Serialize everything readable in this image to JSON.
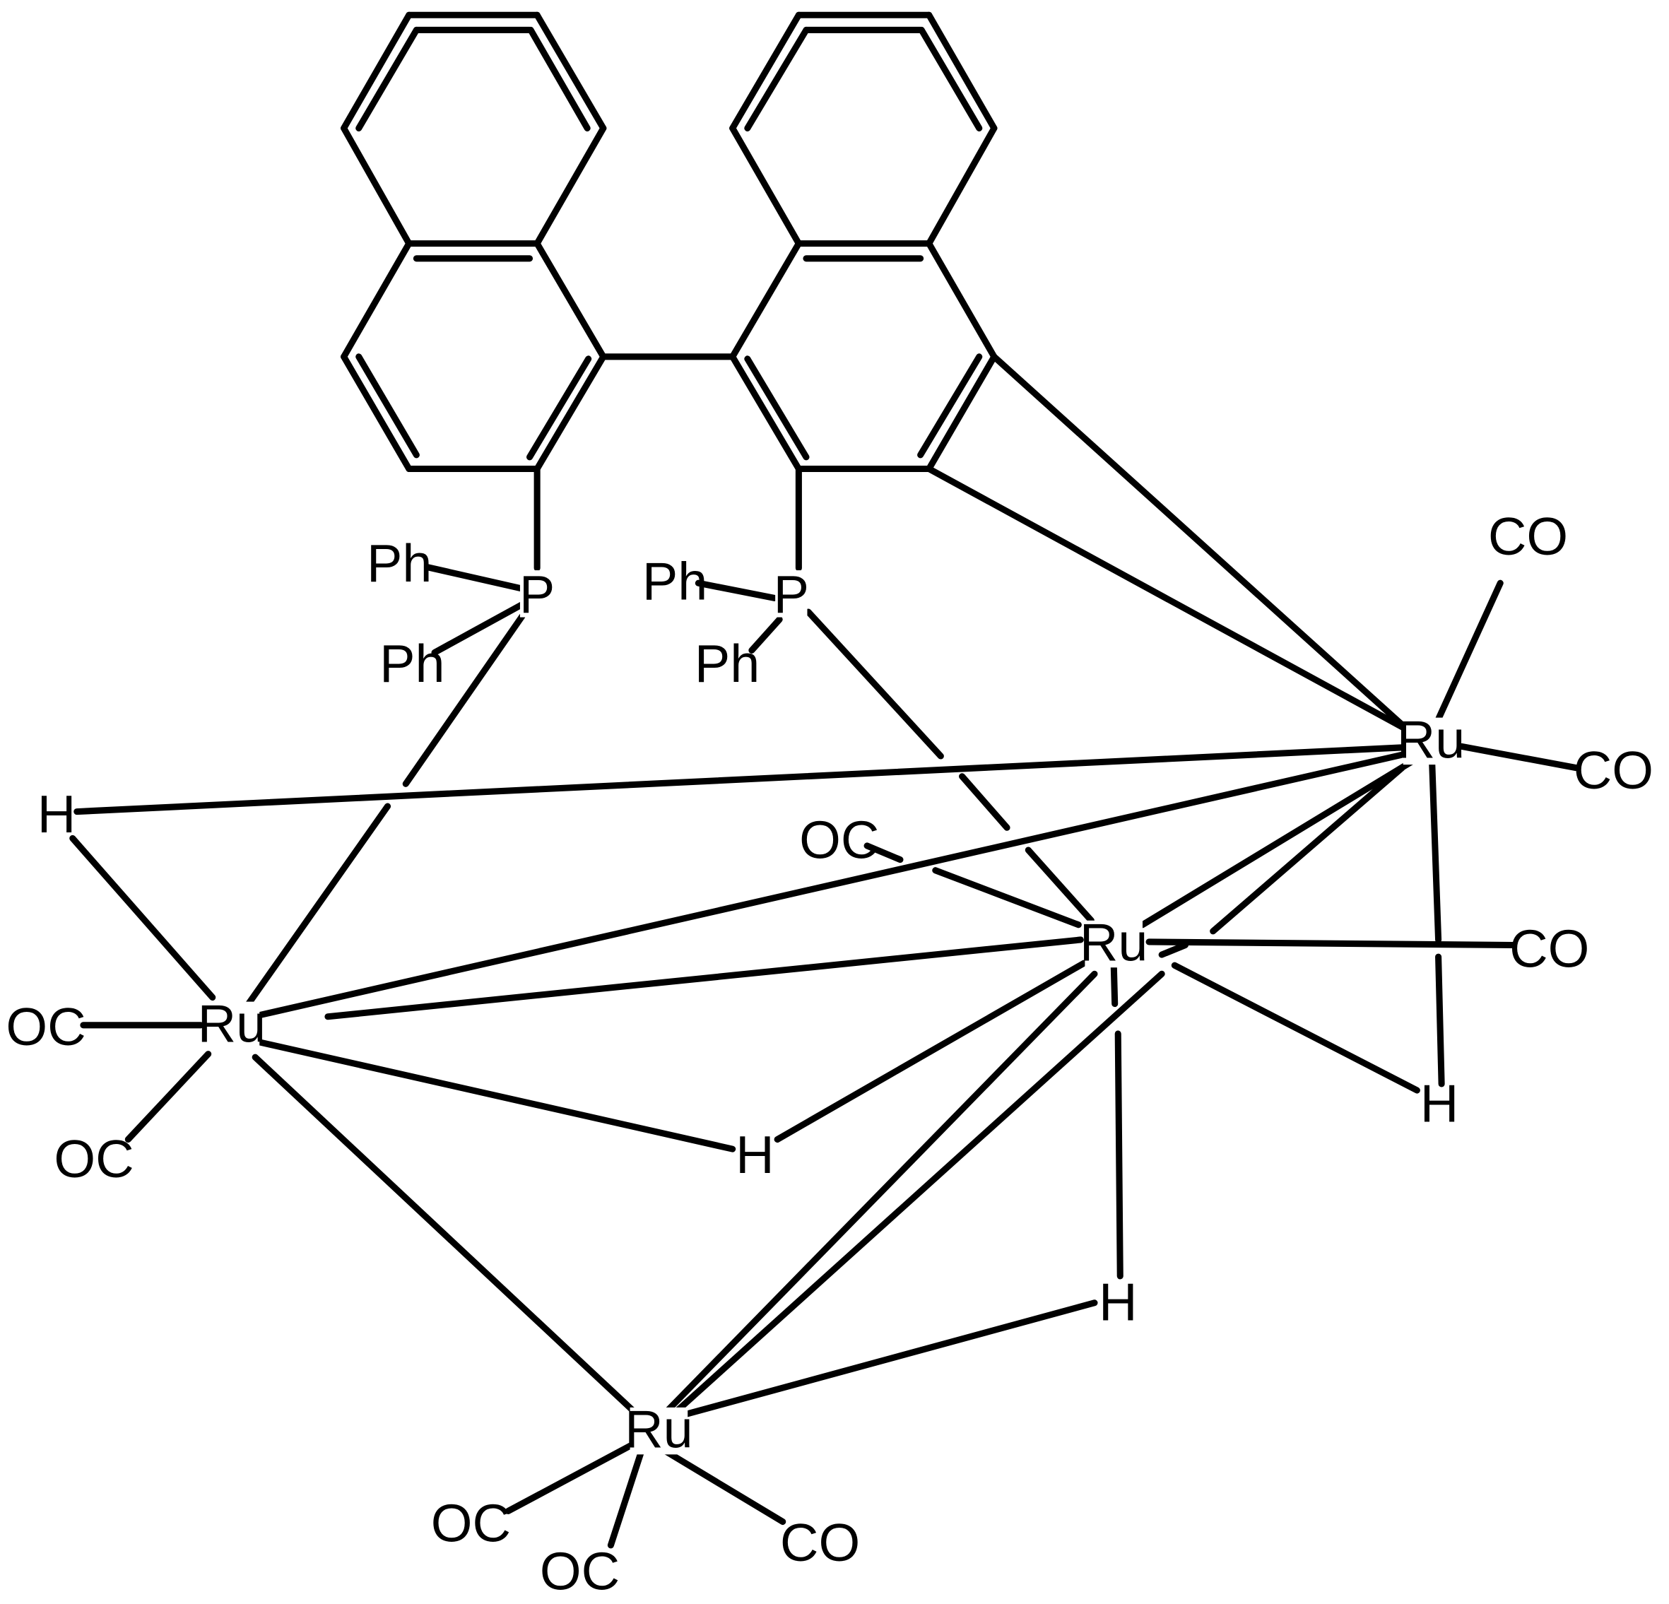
{
  "labels": {
    "ru_left": "Ru",
    "ru_right": "Ru",
    "ru_center": "Ru",
    "ru_bottom": "Ru",
    "p_left": "P",
    "p_right": "P",
    "ph_left_1": "Ph",
    "ph_left_2": "Ph",
    "ph_right_1": "Ph",
    "ph_right_2": "Ph",
    "h_left": "H",
    "h_mid": "H",
    "h_right": "H",
    "h_low": "H",
    "co_right_top": "CO",
    "co_right_side": "CO",
    "co_center_left": "OC",
    "co_center_right": "CO",
    "co_left_side": "OC",
    "co_left_low": "OC",
    "co_bottom_left": "OC",
    "co_bottom_mid": "OC",
    "co_bottom_right": "CO"
  }
}
